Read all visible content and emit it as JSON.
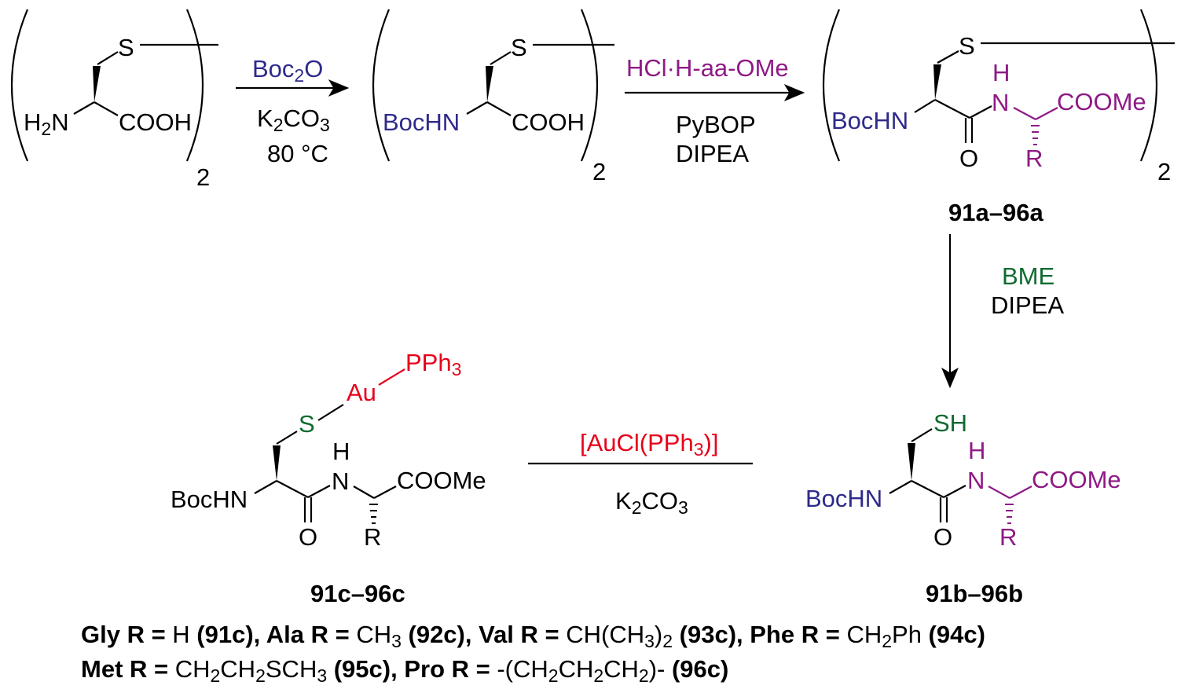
{
  "colors": {
    "boc": "#2e2a8a",
    "aa": "#8e1a85",
    "thiol": "#0f6b30",
    "gold": "#e8001a"
  },
  "start": {
    "s": "S",
    "amine": [
      [
        "H",
        ""
      ],
      [
        "2",
        "sub"
      ],
      [
        "N",
        ""
      ]
    ],
    "acid": "COOH",
    "mult": "2"
  },
  "step1": {
    "reagent": [
      [
        "Boc",
        ""
      ],
      [
        "2",
        "sub"
      ],
      [
        "O",
        ""
      ]
    ],
    "base": [
      [
        "K",
        ""
      ],
      [
        "2",
        "sub"
      ],
      [
        "CO",
        ""
      ],
      [
        "3",
        "sub"
      ]
    ],
    "temp": "80 °C"
  },
  "boc_cystine": {
    "s": "S",
    "amine": "BocHN",
    "acid": "COOH",
    "mult": "2"
  },
  "step2": {
    "reagent": "HCl·H-aa-OMe",
    "coupling": "PyBOP",
    "base": "DIPEA"
  },
  "dipeptide_a": {
    "s": "S",
    "amine": "BocHN",
    "nh_h": "H",
    "nh_n": "N",
    "ester": "COOMe",
    "o": "O",
    "r": "R",
    "mult": "2",
    "label": "91a–96a"
  },
  "step3": {
    "reagent": "BME",
    "base": "DIPEA"
  },
  "thiol_b": {
    "sh": "SH",
    "amine": "BocHN",
    "nh_h": "H",
    "nh_n": "N",
    "ester": "COOMe",
    "o": "O",
    "r": "R",
    "label": "91b–96b"
  },
  "step4": {
    "reagent": [
      [
        "[AuCl(PPh",
        ""
      ],
      [
        "3",
        "sub"
      ],
      [
        ")]",
        ""
      ]
    ],
    "base": [
      [
        "K",
        ""
      ],
      [
        "2",
        "sub"
      ],
      [
        "CO",
        ""
      ],
      [
        "3",
        "sub"
      ]
    ]
  },
  "gold_c": {
    "pph3": [
      [
        "PPh",
        ""
      ],
      [
        "3",
        "sub"
      ]
    ],
    "au": "Au",
    "s": "S",
    "amine": "BocHN",
    "nh_h": "H",
    "nh_n": "N",
    "ester": "COOMe",
    "o": "O",
    "r": "R",
    "label": "91c–96c"
  },
  "legend": {
    "line1": [
      [
        "Gly  R = ",
        "b"
      ],
      [
        "H  ",
        ""
      ],
      [
        "(91c), Ala  R = ",
        "b"
      ],
      [
        "CH",
        ""
      ],
      [
        "3",
        "sub"
      ],
      [
        "  (92c), Val  R = ",
        "b"
      ],
      [
        "CH(CH",
        ""
      ],
      [
        "3",
        "sub"
      ],
      [
        ")",
        ""
      ],
      [
        "2",
        "sub"
      ],
      [
        " (93c), Phe R = ",
        "b"
      ],
      [
        "CH",
        ""
      ],
      [
        "2",
        "sub"
      ],
      [
        "Ph  ",
        ""
      ],
      [
        "(94c)",
        "b"
      ]
    ],
    "line2": [
      [
        "Met  R = ",
        "b"
      ],
      [
        "CH",
        ""
      ],
      [
        "2",
        "sub"
      ],
      [
        "CH",
        ""
      ],
      [
        "2",
        "sub"
      ],
      [
        "SCH",
        ""
      ],
      [
        "3",
        "sub"
      ],
      [
        "  (95c), Pro  R = ",
        "b"
      ],
      [
        "-(CH",
        ""
      ],
      [
        "2",
        "sub"
      ],
      [
        "CH",
        ""
      ],
      [
        "2",
        "sub"
      ],
      [
        "CH",
        ""
      ],
      [
        "2",
        "sub"
      ],
      [
        ")-  ",
        ""
      ],
      [
        "(96c)",
        "b"
      ]
    ]
  }
}
